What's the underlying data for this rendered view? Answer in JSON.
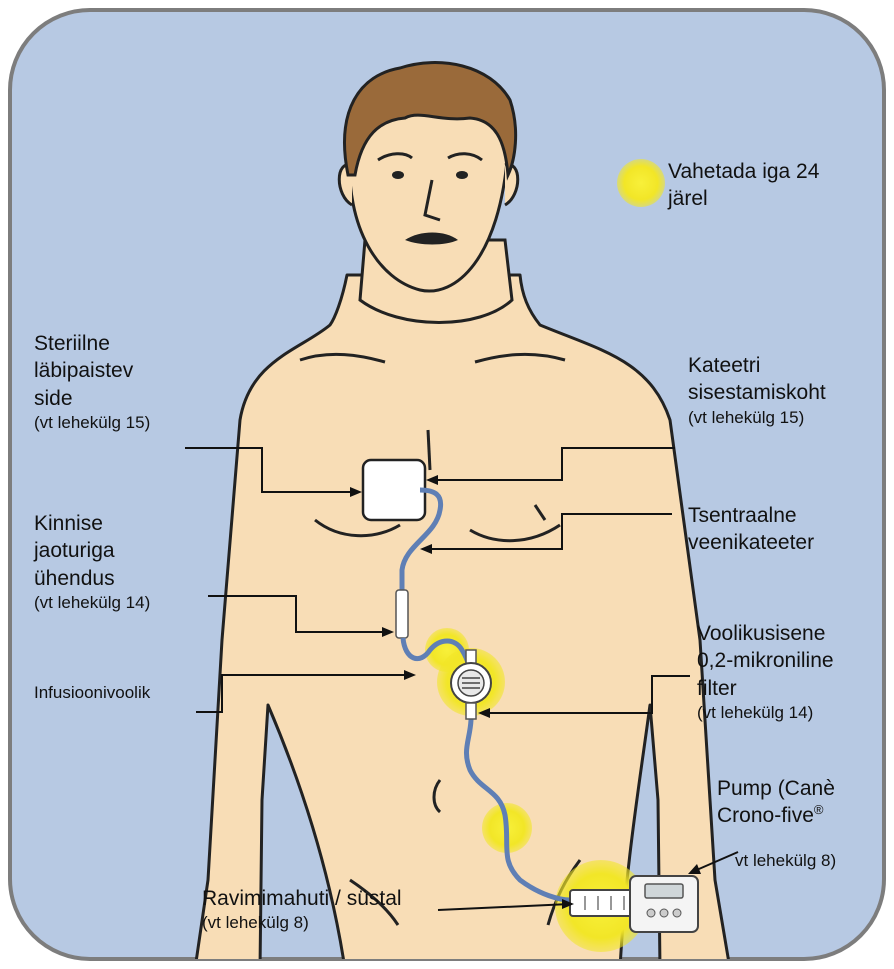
{
  "legend": {
    "line1": "Vahetada iga 24",
    "line2": "järel"
  },
  "labels": {
    "dressing": {
      "l1": "Steriilne",
      "l2": "läbipaistev",
      "l3": "side",
      "ref": "(vt lehekülg 15)"
    },
    "insertion": {
      "l1": "Kateetri",
      "l2": "sisestamiskoht",
      "ref": "(vt lehekülg 15)"
    },
    "catheter": {
      "l1": "Tsentraalne",
      "l2": "veenikateeter"
    },
    "connector": {
      "l1": "Kinnise",
      "l2": "jaoturiga",
      "l3": "ühendus",
      "ref": "(vt lehekülg 14)"
    },
    "tubing": "Infusioonivoolik",
    "filter": {
      "l1": "Voolikusisene",
      "l2": "0,2-mikroniline",
      "l3": "filter",
      "ref": "(vt lehekülg 14)"
    },
    "pump": {
      "l1": "Pump (Canè",
      "l2": "Crono-five",
      "l2_sup": "®",
      "ref": "vt lehekülg 8)"
    },
    "reservoir": {
      "l1": "Ravimimahuti / süstal",
      "ref": "(vt lehekülg 8)"
    }
  },
  "colors": {
    "background_panel": "#b7c9e3",
    "skin": "#f8ddb6",
    "hair": "#9a6a3a",
    "tube": "#5f7fb5",
    "highlight": "#f4ea29",
    "outline": "#222222"
  }
}
